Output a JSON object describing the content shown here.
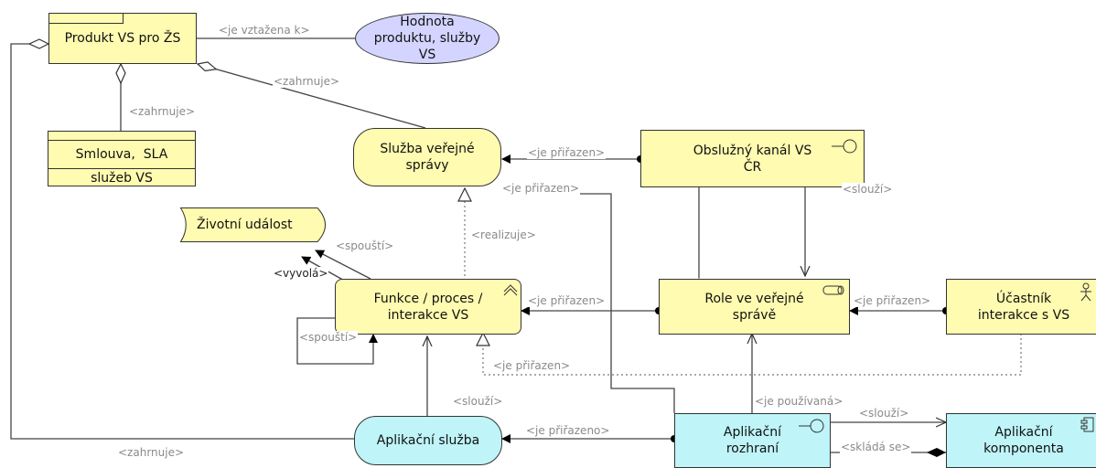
{
  "nodes": {
    "produkt": "Produkt VS pro ŽS",
    "hodnota": "Hodnota produktu, služby VS",
    "smlouva_line1": "Smlouva,  SLA",
    "smlouva_line2": "služeb VS",
    "sluzba": "Služba veřejné správy",
    "kanal": "Obslužný kanál VS ČR",
    "zivotni": "Životní událost",
    "funkce": "Funkce / proces / interakce VS",
    "role": "Role ve veřejné správě",
    "ucastnik": "Účastník interakce s VS",
    "aplikacni_sluzba": "Aplikační služba",
    "aplikacni_rozhrani": "Aplikační rozhraní",
    "aplikacni_komponenta": "Aplikační komponenta"
  },
  "relations": {
    "je_vztazena_k": "<je vztažena k>",
    "zahrnuje_produkt": "<zahrnuje>",
    "zahrnuje_smlouva": "<zahrnuje>",
    "je_prirazen_kanal": "<je přiřazen>",
    "je_prirazen_vertical": "<je přiřazen>",
    "slouzi_kanal": "<slouží>",
    "realizuje": "<realizuje>",
    "spousti_udalost": "<spouští>",
    "vyvola": "<vyvolá>",
    "spousti_self": "<spouští>",
    "je_prirazen_role": "<je přiřazen>",
    "je_prirazen_ucastnik": "<je přiřazen>",
    "je_prirazen_dotted": "<je přiřazen>",
    "slouzi_sluzba": "<slouží>",
    "je_pouzivana": "<je používaná>",
    "slouzi_rozhrani": "<slouží>",
    "je_prirazeno": "<je přiřazeno>",
    "sklada_se": "<skládá se>",
    "zahrnuje_bottom": "<zahrnuje>"
  },
  "colors": {
    "business": "#fffbb0",
    "application": "#bff4f8",
    "value": "#d3d4ff",
    "line": "#333333",
    "label": "#8a8a8a"
  }
}
